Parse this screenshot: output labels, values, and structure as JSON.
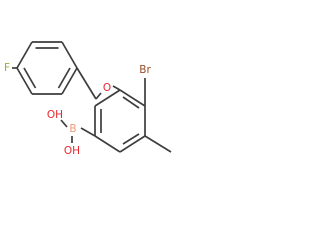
{
  "molecule": {
    "atoms": {
      "fluorine": {
        "text": "F",
        "color": "#8db33a"
      },
      "ether_oxygen": {
        "text": "O",
        "color": "#e8262e"
      },
      "bromine": {
        "text": "Br",
        "color": "#9a4b2a"
      },
      "boron": {
        "text": "B",
        "color": "#ec9a7b"
      },
      "hydroxyl_1": {
        "text": "OH",
        "color": "#e8262e"
      },
      "hydroxyl_2": {
        "text": "OH",
        "color": "#e8262e"
      }
    },
    "bond_color": "#3d3d3d",
    "background": "#ffffff"
  }
}
